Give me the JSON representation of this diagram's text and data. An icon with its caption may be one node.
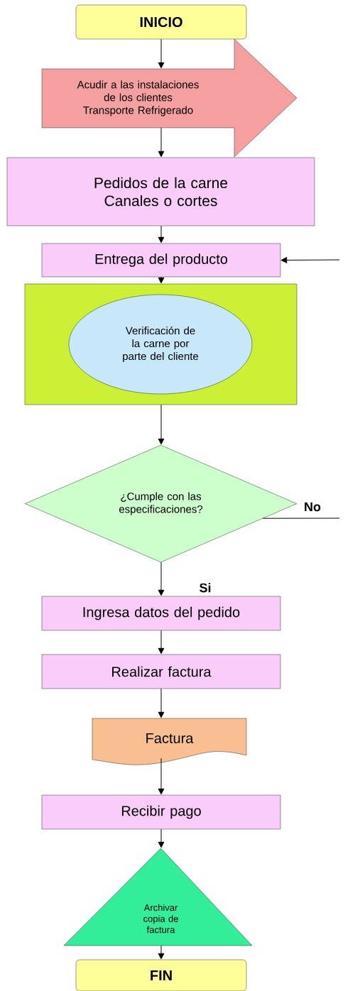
{
  "diagram": {
    "nodes": [
      {
        "text": [
          "INICIO"
        ]
      },
      {
        "text": [
          "Acudir a las instalaciones de los clientes Transporte Refrigerado"
        ]
      },
      {
        "text": [
          "Pedidos de la carne Canales o cortes"
        ]
      },
      {
        "text": [
          "Entrega del producto"
        ]
      },
      {
        "text": [],
        "shape": "box"
      },
      {
        "text": [
          "Verificación de la carne por parte del cliente"
        ],
        "in": 4
      },
      {
        "text": [
          "¿Cumple con las especificaciones?"
        ]
      },
      {
        "text": [
          "Ingresa datos del pedido"
        ]
      },
      {
        "text": [
          "Realizar factura"
        ]
      },
      {
        "text": [
          "Factura"
        ]
      },
      {
        "text": [
          "Recibir pago"
        ]
      },
      {
        "text": [
          "Archivar copia de factura"
        ]
      },
      {
        "text": [
          "FIN"
        ]
      }
    ],
    "edges": [
      {
        "from": 0,
        "to": 1,
        "arrow": "to"
      },
      {
        "from": 1,
        "to": 2,
        "arrow": "to"
      },
      {
        "from": 2,
        "to": 3,
        "arrow": "to"
      },
      {
        "from": 3,
        "to": 4,
        "arrow": "to"
      },
      {
        "from": 4,
        "to": 6,
        "arrow": "to"
      },
      {
        "from": 6,
        "to": 7,
        "arrow": "to",
        "label": "Si"
      },
      {
        "from": 7,
        "to": 8,
        "arrow": "to"
      },
      {
        "from": 8,
        "to": 9,
        "arrow": "to"
      },
      {
        "from": 9,
        "to": 10,
        "arrow": "to"
      },
      {
        "from": 10,
        "to": 11,
        "arrow": "to"
      },
      {
        "from": 11,
        "to": 12,
        "arrow": "to"
      },
      {
        "from": 6,
        "to": null,
        "arrow": "none",
        "label": "No"
      },
      {
        "from": null,
        "to": 3,
        "arrow": "to"
      }
    ]
  }
}
